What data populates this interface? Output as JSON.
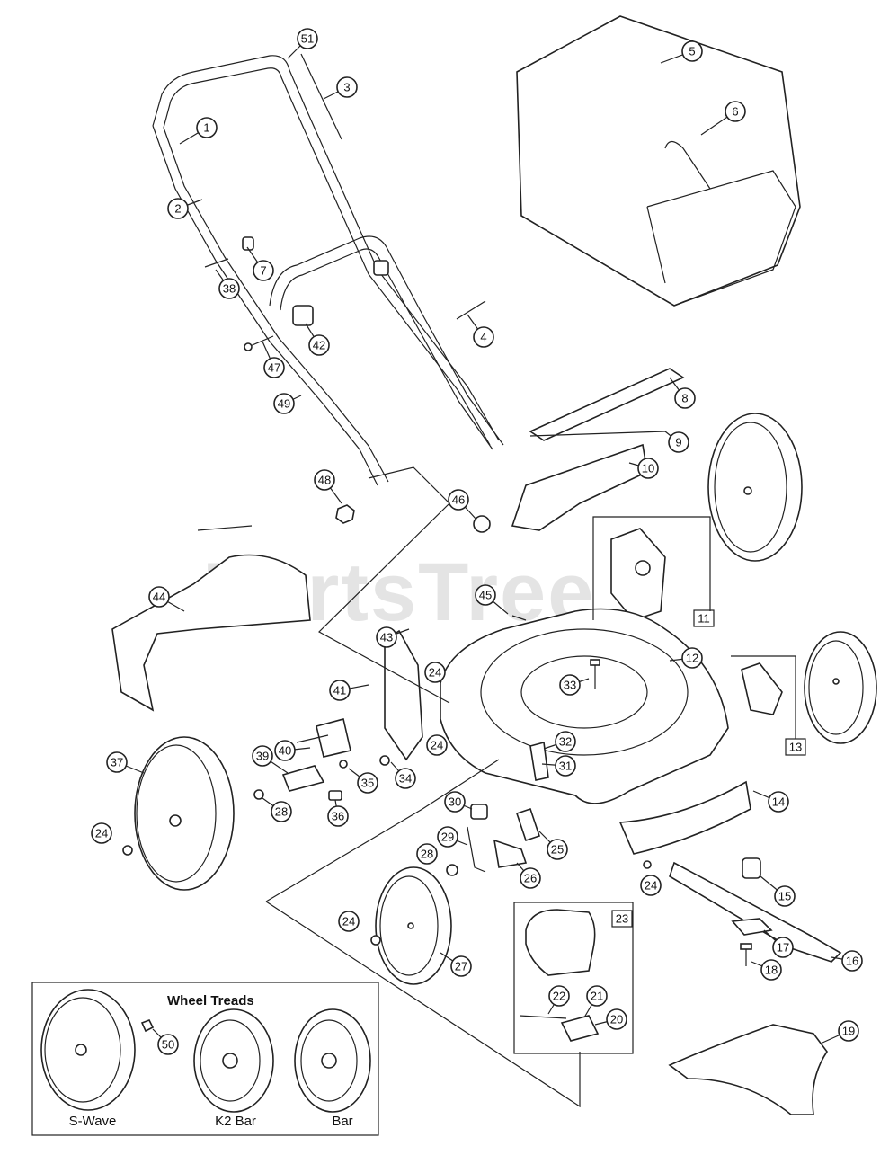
{
  "watermark": "PartsTree",
  "part_numbers": [
    "51",
    "3",
    "1",
    "2",
    "7",
    "38",
    "42",
    "47",
    "49",
    "4",
    "5",
    "6",
    "8",
    "9",
    "10",
    "48",
    "46",
    "11",
    "44",
    "45",
    "12",
    "43",
    "24",
    "41",
    "33",
    "40",
    "39",
    "35",
    "34",
    "28",
    "36",
    "37",
    "32",
    "31",
    "30",
    "29",
    "25",
    "26",
    "27",
    "13",
    "14",
    "15",
    "16",
    "17",
    "18",
    "19",
    "23",
    "22",
    "21",
    "20",
    "50"
  ],
  "wheel_treads": {
    "title": "Wheel Treads",
    "callout": "50",
    "labels": [
      "S-Wave",
      "K2 Bar",
      "Bar"
    ]
  },
  "box_labels": [
    "11",
    "13",
    "23"
  ]
}
